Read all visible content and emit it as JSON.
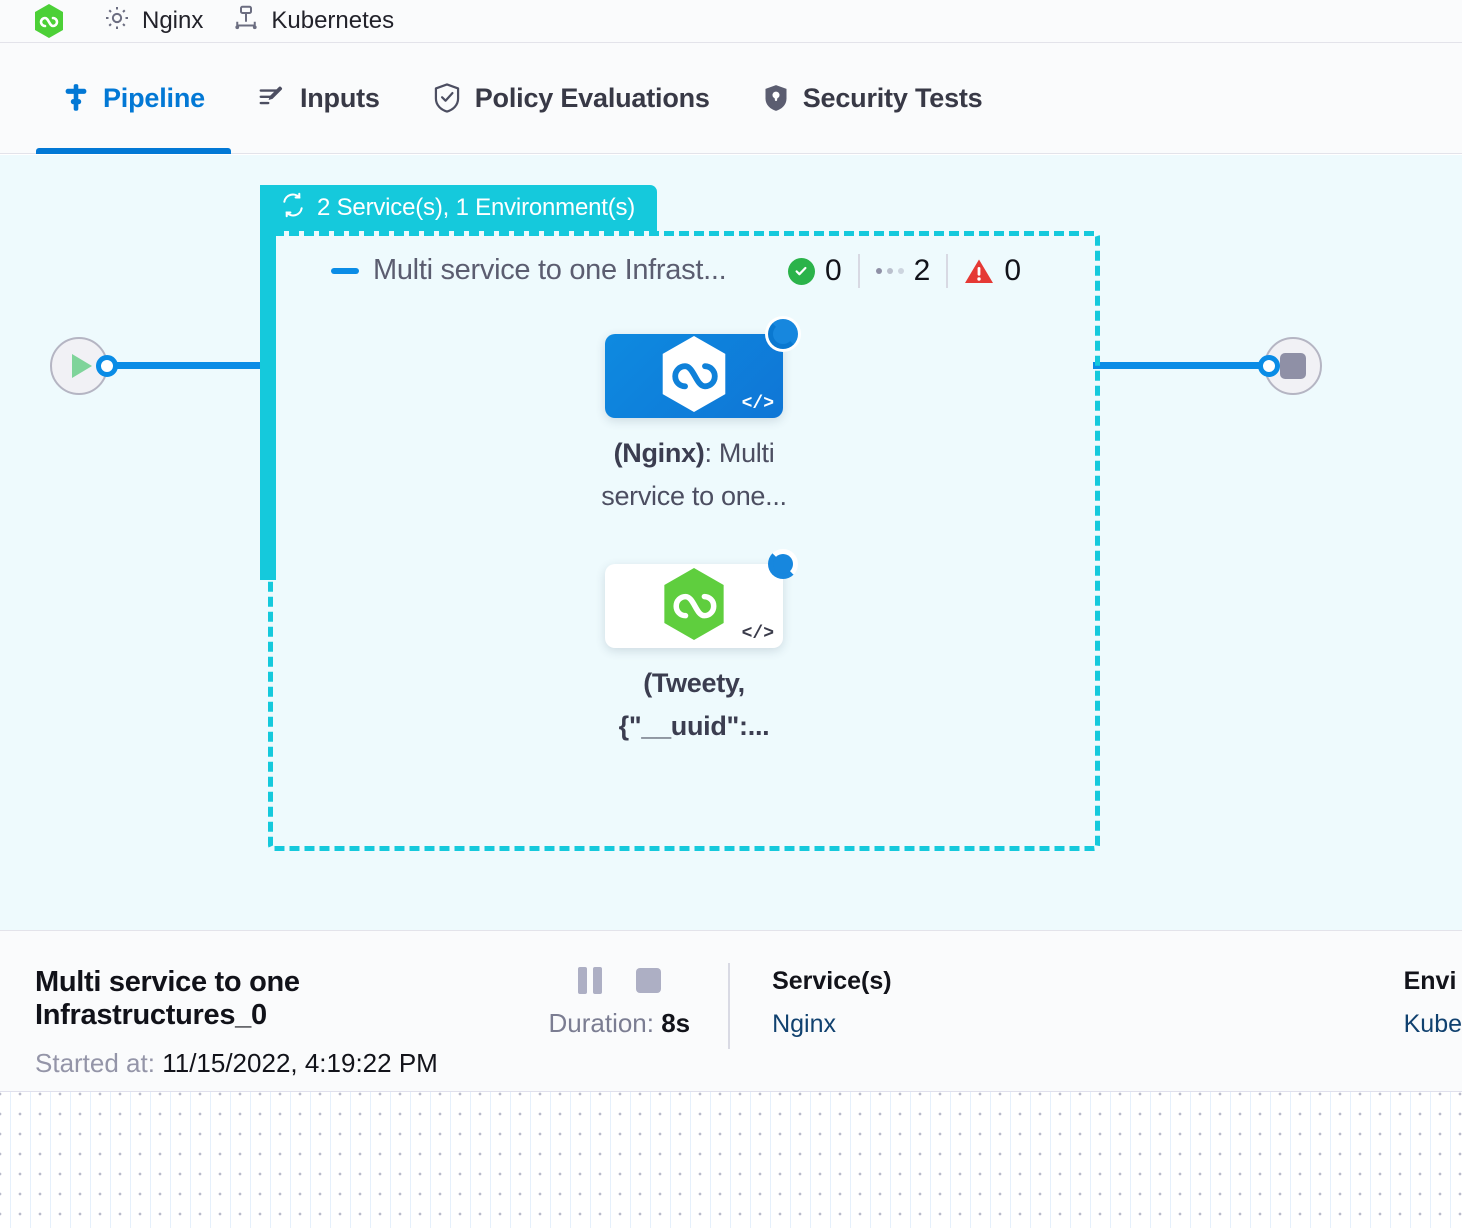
{
  "breadcrumbs": {
    "items": [
      {
        "icon": "harness-hexagon-icon",
        "label": ""
      },
      {
        "icon": "gear-icon",
        "label": "Nginx"
      },
      {
        "icon": "kubernetes-icon",
        "label": "Kubernetes"
      }
    ]
  },
  "tabs": [
    {
      "id": "pipeline",
      "label": "Pipeline",
      "icon": "pipeline-icon",
      "active": true
    },
    {
      "id": "inputs",
      "label": "Inputs",
      "icon": "inputs-icon",
      "active": false
    },
    {
      "id": "policy",
      "label": "Policy Evaluations",
      "icon": "shield-check-icon",
      "active": false
    },
    {
      "id": "security",
      "label": "Security Tests",
      "icon": "shield-lock-icon",
      "active": false
    }
  ],
  "canvas": {
    "group": {
      "badge_label": "2 Service(s), 1 Environment(s)",
      "badge_icon": "loop-repeat-icon",
      "title": "Multi service to one Infrast...",
      "status": {
        "success_count": "0",
        "running_count": "2",
        "error_count": "0"
      }
    },
    "steps": [
      {
        "id": "step-nginx",
        "label_bold": "(Nginx)",
        "label_rest": ": Multi",
        "label_line2": "service to one...",
        "card_style": "blue",
        "hex_color": "#ffffff",
        "code_badge": "</>",
        "status": "running"
      },
      {
        "id": "step-tweety",
        "label_bold": "(Tweety,",
        "label_rest": "",
        "label_line2": "{\"__uuid\":...",
        "card_style": "white",
        "hex_color": "#5fce3e",
        "code_badge": "</>",
        "status": "running"
      }
    ],
    "start_node": {
      "icon": "play-icon"
    },
    "end_node": {
      "icon": "stop-icon"
    }
  },
  "detail": {
    "title": "Multi service to one Infrastructures_0",
    "started_label": "Started at:",
    "started_value": "11/15/2022, 4:19:22 PM",
    "duration_label": "Duration:",
    "duration_value": "8s",
    "controls": [
      {
        "name": "pause-button",
        "icon": "pause-icon"
      },
      {
        "name": "stop-button",
        "icon": "stop-icon"
      }
    ],
    "columns": [
      {
        "head": "Service(s)",
        "link": "Nginx"
      },
      {
        "head": "Envi",
        "link": "Kube"
      }
    ]
  },
  "colors": {
    "accent_blue": "#0278d5",
    "group_cyan": "#15c9dc",
    "canvas_bg": "#eefafd",
    "success_green": "#2bb34a",
    "error_red": "#e53935",
    "link_navy": "#10416f"
  }
}
